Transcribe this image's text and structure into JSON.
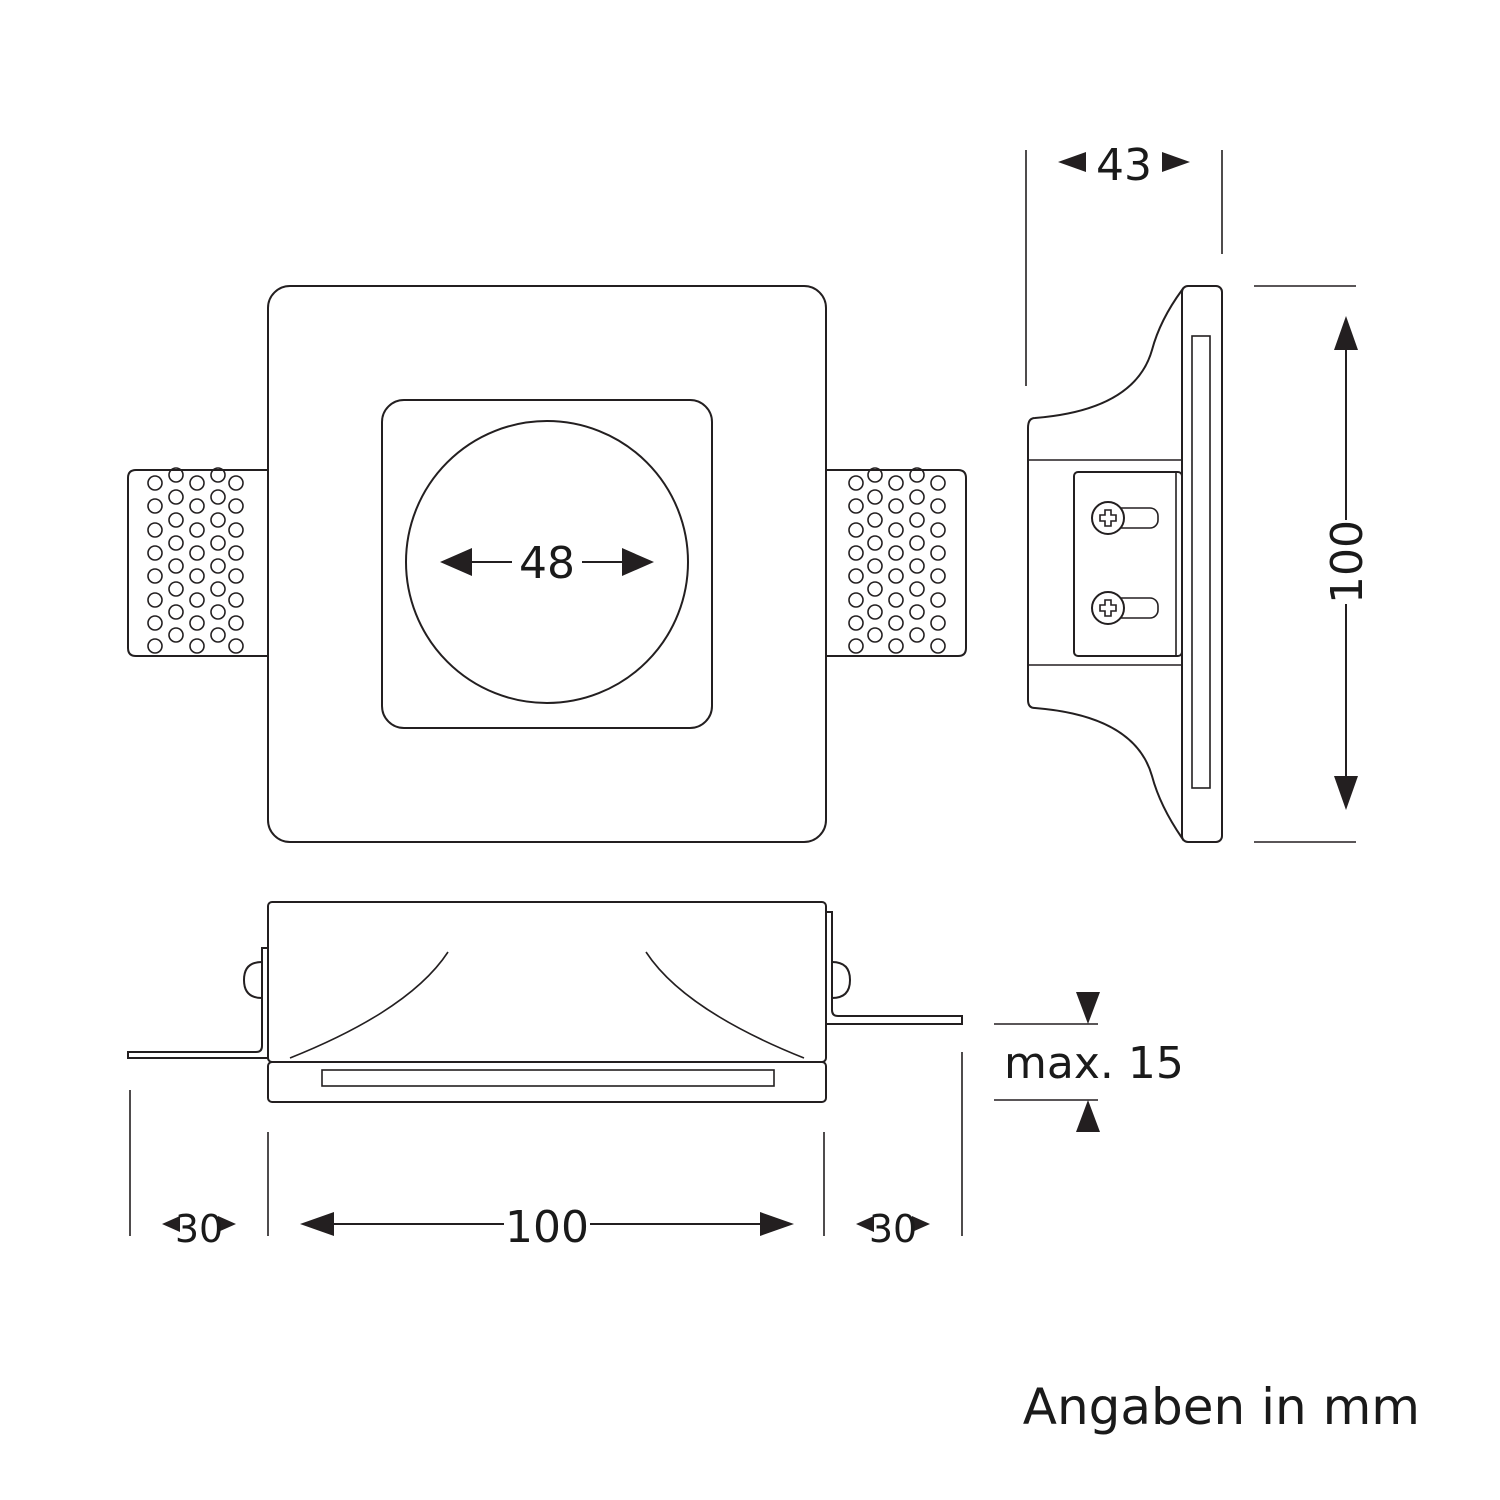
{
  "dimensions": {
    "inner_diameter": "48",
    "depth": "43",
    "height": "100",
    "width": "100",
    "left_tab": "30",
    "right_tab": "30",
    "plaster_thickness": "max. 15"
  },
  "units_note": "Angaben in mm",
  "colors": {
    "line": "#231f20",
    "background": "#ffffff"
  }
}
